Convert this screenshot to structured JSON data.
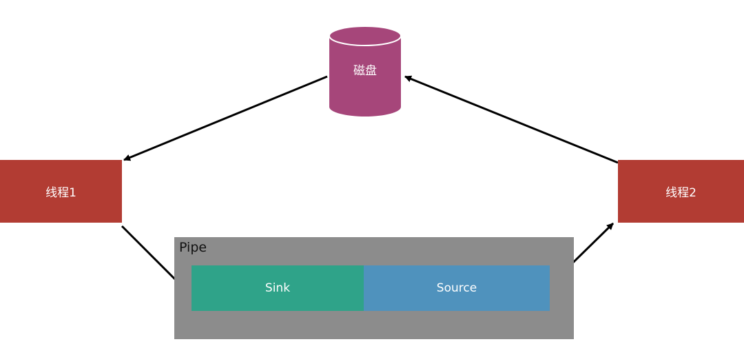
{
  "diagram": {
    "disk": {
      "label": "磁盘",
      "color": "#a6467a"
    },
    "thread1": {
      "label": "线程1",
      "color": "#b23c33"
    },
    "thread2": {
      "label": "线程2",
      "color": "#b23c33"
    },
    "pipe": {
      "label": "Pipe",
      "color": "#8c8c8c",
      "sink": {
        "label": "Sink",
        "color": "#2fa389"
      },
      "source": {
        "label": "Source",
        "color": "#4f92bd"
      }
    },
    "edges": [
      {
        "from": "disk",
        "to": "thread1"
      },
      {
        "from": "thread1",
        "to": "sink"
      },
      {
        "from": "source",
        "to": "thread2"
      },
      {
        "from": "thread2",
        "to": "disk"
      }
    ]
  }
}
